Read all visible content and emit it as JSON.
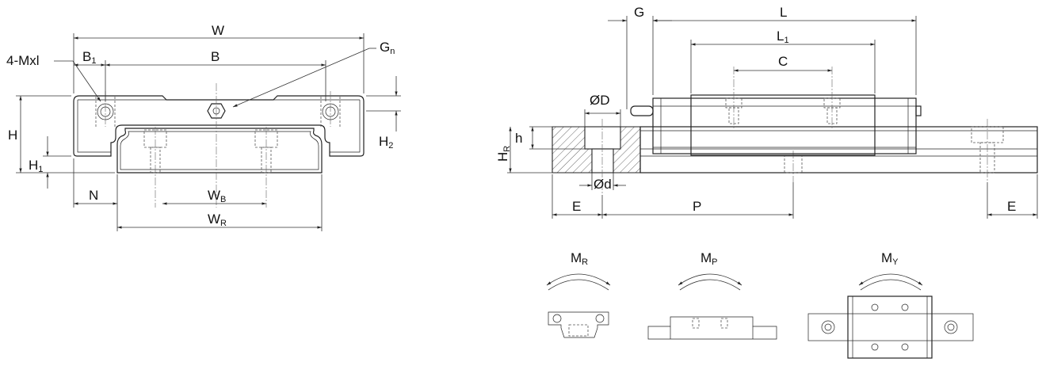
{
  "front_view": {
    "W": "W",
    "B1": {
      "main": "B",
      "sub": "1"
    },
    "B": "B",
    "mxl": "4-Mxl",
    "Gn": {
      "main": "G",
      "sub": "n"
    },
    "H": "H",
    "H1": {
      "main": "H",
      "sub": "1"
    },
    "H2": {
      "main": "H",
      "sub": "2"
    },
    "N": "N",
    "WB": {
      "main": "W",
      "sub": "B"
    },
    "WR": {
      "main": "W",
      "sub": "R"
    }
  },
  "side_view": {
    "G": "G",
    "L": "L",
    "L1": {
      "main": "L",
      "sub": "1"
    },
    "C": "C",
    "OD": "ØD",
    "h": "h",
    "HR": {
      "main": "H",
      "sub": "R"
    },
    "od": "Ød",
    "E_left": "E",
    "P": "P",
    "E_right": "E"
  },
  "moments": {
    "MR": {
      "main": "M",
      "sub": "R"
    },
    "MP": {
      "main": "M",
      "sub": "P"
    },
    "MY": {
      "main": "M",
      "sub": "Y"
    }
  }
}
